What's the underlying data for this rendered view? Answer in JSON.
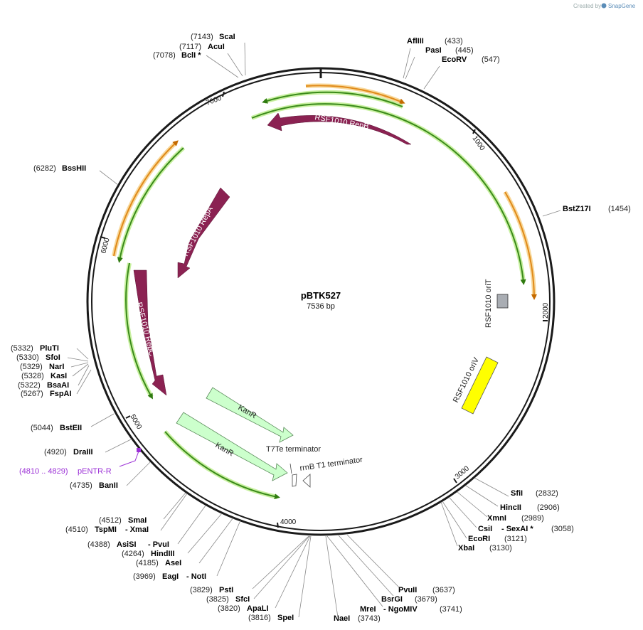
{
  "branding": {
    "prefix": "Created by",
    "name": "SnapGene"
  },
  "plasmid": {
    "name": "pBTK527",
    "size_label": "7536 bp",
    "length": 7536
  },
  "ticks": [
    "1000",
    "2000",
    "3000",
    "4000",
    "5000",
    "6000",
    "7000"
  ],
  "sites": {
    "scaI": {
      "pos": "(7143)",
      "name": "ScaI"
    },
    "acuI": {
      "pos": "(7117)",
      "name": "AcuI"
    },
    "bclI": {
      "pos": "(7078)",
      "name": "BclI *"
    },
    "aflIII": {
      "pos": "(433)",
      "name": "AflIII"
    },
    "pasI": {
      "pos": "(445)",
      "name": "PasI"
    },
    "ecoRV": {
      "pos": "(547)",
      "name": "EcoRV"
    },
    "bssHII": {
      "pos": "(6282)",
      "name": "BssHII"
    },
    "bstZ17I": {
      "pos": "(1454)",
      "name": "BstZ17I"
    },
    "pluTI": {
      "pos": "(5332)",
      "name": "PluTI"
    },
    "sfoI": {
      "pos": "(5330)",
      "name": "SfoI"
    },
    "narI": {
      "pos": "(5329)",
      "name": "NarI"
    },
    "kasI": {
      "pos": "(5328)",
      "name": "KasI"
    },
    "bsaAI": {
      "pos": "(5322)",
      "name": "BsaAI"
    },
    "fspAI": {
      "pos": "(5267)",
      "name": "FspAI"
    },
    "bstEII": {
      "pos": "(5044)",
      "name": "BstEII"
    },
    "draIII": {
      "pos": "(4920)",
      "name": "DraIII"
    },
    "pentr": {
      "pos": "(4810 .. 4829)",
      "name": "pENTR-R"
    },
    "banII": {
      "pos": "(4735)",
      "name": "BanII"
    },
    "smaI": {
      "pos": "(4512)",
      "name": "SmaI"
    },
    "tspMI": {
      "pos": "(4510)",
      "name": "TspMI",
      "extra": "- XmaI"
    },
    "asiSI": {
      "pos": "(4388)",
      "name": "AsiSI",
      "extra": "- PvuI"
    },
    "hindIII": {
      "pos": "(4264)",
      "name": "HindIII"
    },
    "aseI": {
      "pos": "(4185)",
      "name": "AseI"
    },
    "eagI": {
      "pos": "(3969)",
      "name": "EagI",
      "extra": "- NotI"
    },
    "pstI": {
      "pos": "(3829)",
      "name": "PstI"
    },
    "sfcI": {
      "pos": "(3825)",
      "name": "SfcI"
    },
    "apaLI": {
      "pos": "(3820)",
      "name": "ApaLI"
    },
    "speI": {
      "pos": "(3816)",
      "name": "SpeI"
    },
    "naeI": {
      "pos": "(3743)",
      "name": "NaeI"
    },
    "mreI": {
      "pos": "(3741)",
      "name": "MreI",
      "extra": "- NgoMIV"
    },
    "bsrGI": {
      "pos": "(3679)",
      "name": "BsrGI"
    },
    "pvuII": {
      "pos": "(3637)",
      "name": "PvuII"
    },
    "sfiI": {
      "pos": "(2832)",
      "name": "SfiI"
    },
    "hincII": {
      "pos": "(2906)",
      "name": "HincII"
    },
    "xmnI": {
      "pos": "(2989)",
      "name": "XmnI"
    },
    "csiI": {
      "pos": "(3058)",
      "name": "CsiI",
      "extra": "- SexAI *"
    },
    "ecoRI": {
      "pos": "(3121)",
      "name": "EcoRI"
    },
    "xbaI": {
      "pos": "(3130)",
      "name": "XbaI"
    }
  },
  "features": {
    "repB": "RSF1010 RepB",
    "repA": "RSF1010 RepA",
    "repC": "RSF1010 RepC",
    "oriT": "RSF1010 oriT",
    "oriV": "RSF1010 oriV",
    "kanR1": "KanR",
    "kanR2": "KanR",
    "t7te": "T7Te terminator",
    "rrnb": "rrnB T1 terminator"
  },
  "colors": {
    "backbone": "#1a1a1a",
    "cds": "#8b2252",
    "orf_green": "#3a8a1a",
    "orf_glow": "#c8f0a0",
    "orf_orange": "#e08a1a",
    "orf_orange_glow": "#f8d89a",
    "kanr": "#ccffcc",
    "oriT": "#a9adb3",
    "oriV": "#ffff00",
    "primer": "#9b30d6"
  }
}
